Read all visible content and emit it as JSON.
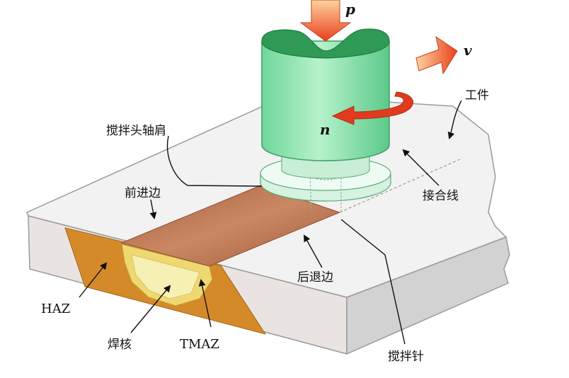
{
  "labels": {
    "force": "p",
    "velocity": "v",
    "rotation": "n",
    "workpiece": "工件",
    "shoulder": "搅拌头轴肩",
    "advancing_side": "前进边",
    "joint_line": "接合线",
    "retreating_side": "后退边",
    "haz": "HAZ",
    "nugget": "焊核",
    "tmaz": "TMAZ",
    "pin": "搅拌针"
  },
  "colors": {
    "plate_top": "#f2f2f2",
    "plate_front": "#e8e3e0",
    "plate_side": "#cfcfcf",
    "weld_seam": "#b8704f",
    "haz": "#d58a2a",
    "tmaz_nugget": "#f3e58a",
    "tool": "#8ee6b0",
    "tool_dark": "#4fbf7f",
    "arrow_red": "#e8401c"
  }
}
